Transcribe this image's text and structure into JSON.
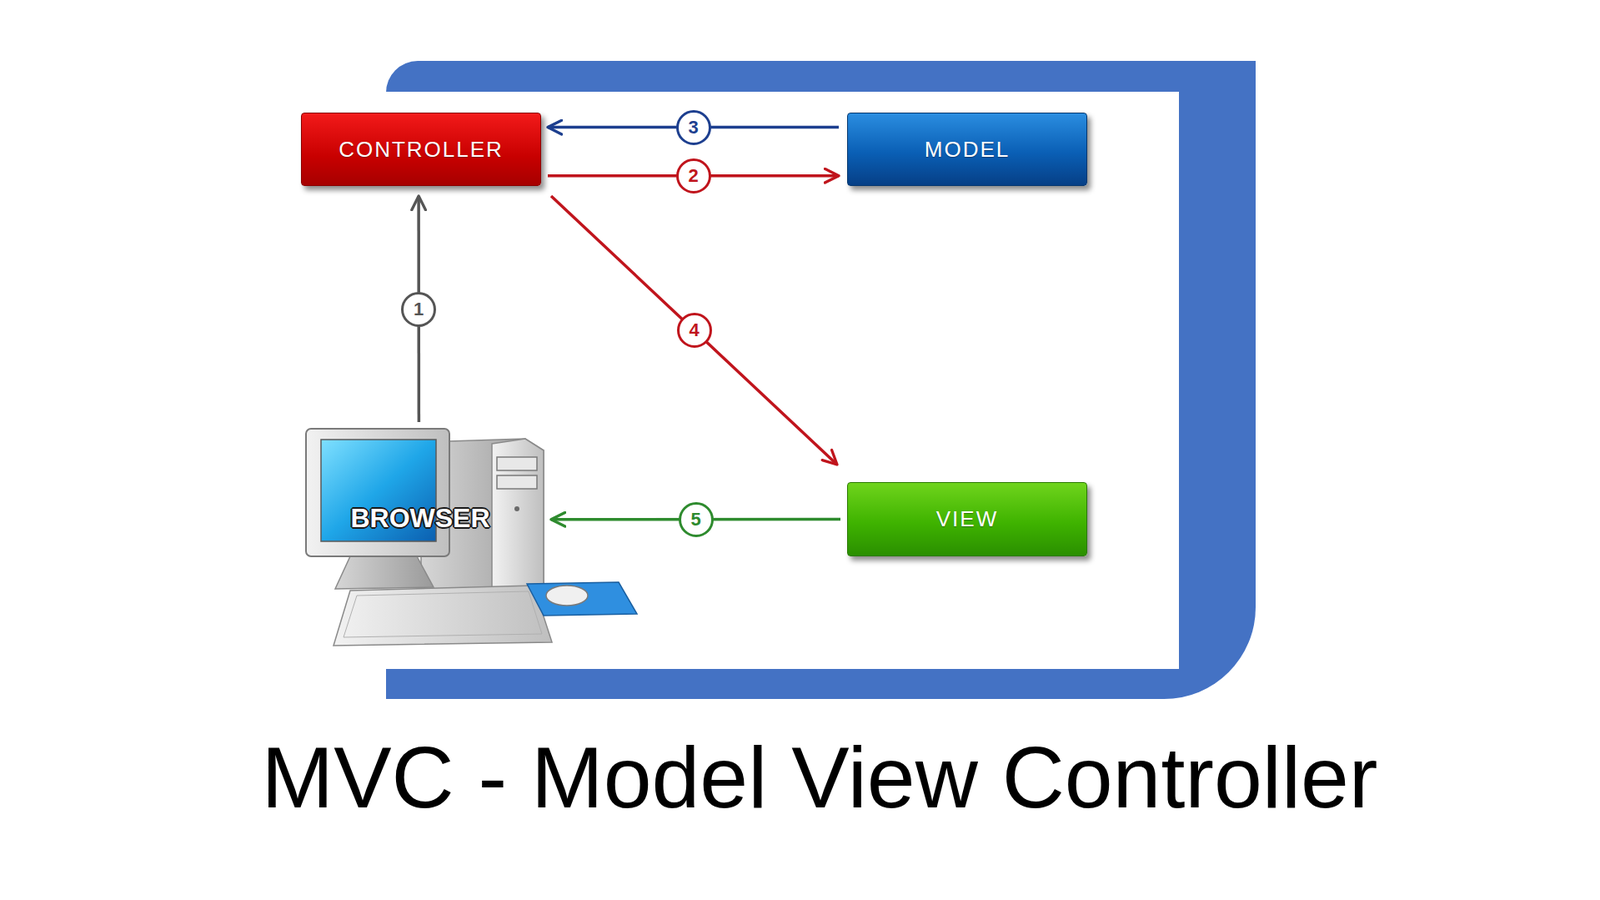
{
  "diagram": {
    "title": "MVC - Model View Controller",
    "nodes": [
      {
        "text": [
          "CONTROLLER"
        ]
      },
      {
        "text": [
          "MODEL"
        ]
      },
      {
        "text": [
          "BROWSER"
        ]
      },
      {
        "text": [
          "VIEW"
        ]
      }
    ],
    "edges": [
      {
        "from": 2,
        "to": 0,
        "arrow": "to",
        "label": "1"
      },
      {
        "from": 0,
        "to": 1,
        "arrow": "to",
        "label": "2"
      },
      {
        "from": 1,
        "to": 0,
        "arrow": "to",
        "label": "3"
      },
      {
        "from": 0,
        "to": 3,
        "arrow": "to",
        "label": "4"
      },
      {
        "from": 3,
        "to": 2,
        "arrow": "to",
        "label": "5"
      }
    ]
  }
}
